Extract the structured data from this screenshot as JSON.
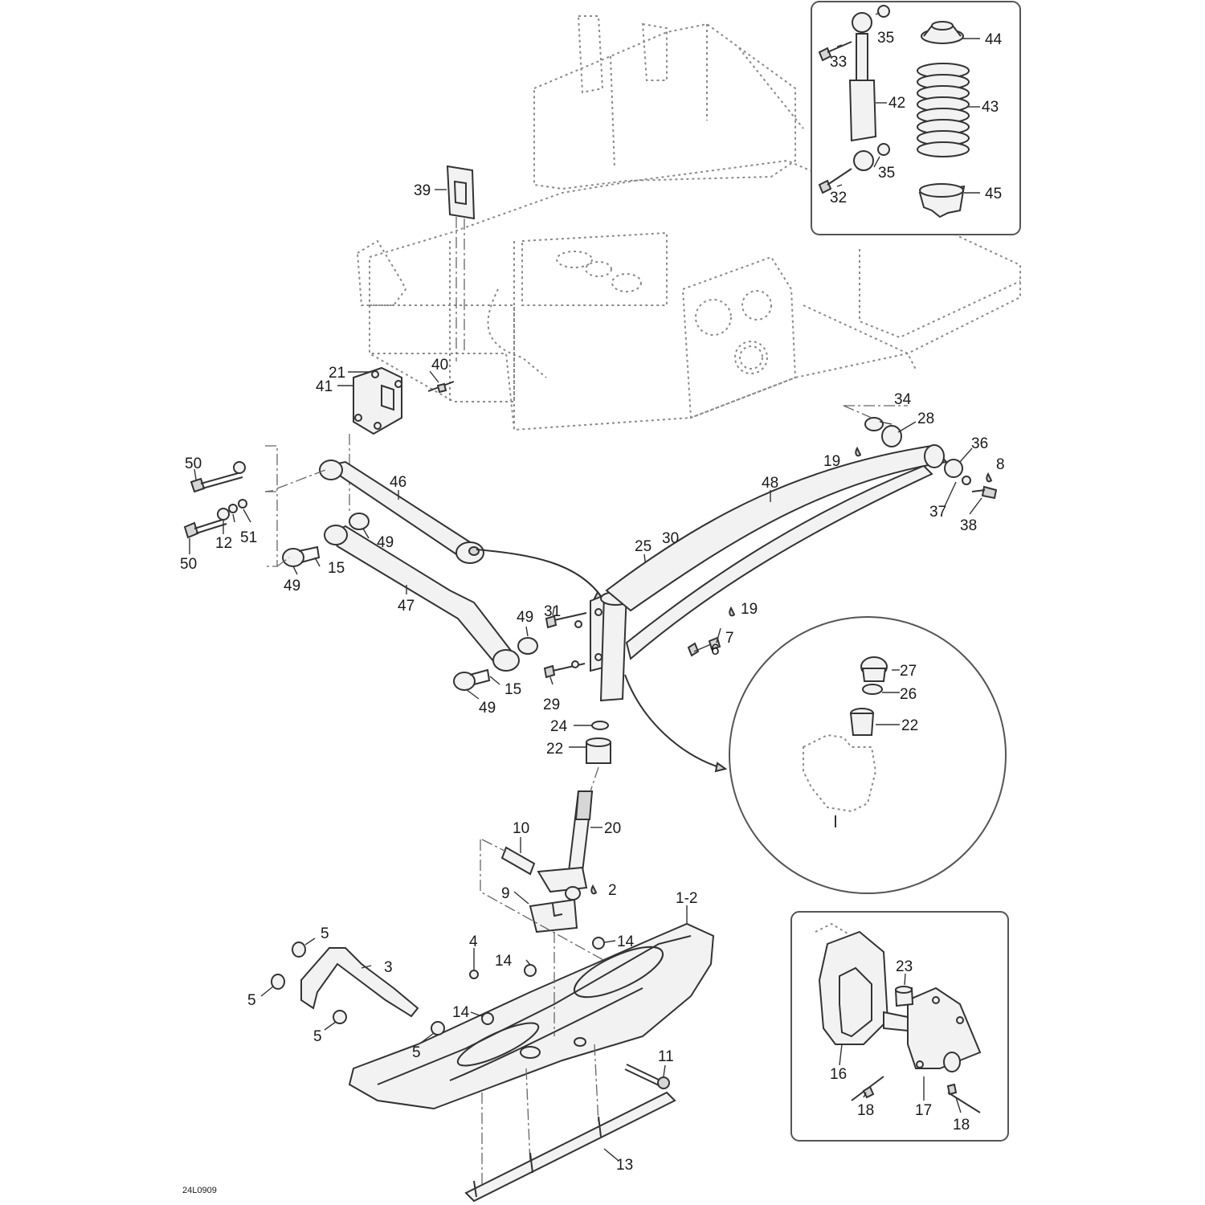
{
  "diagram": {
    "code": "24L0909",
    "callouts": {
      "c1_2": "1-2",
      "c2": "2",
      "c3": "3",
      "c4": "4",
      "c5a": "5",
      "c5b": "5",
      "c5c": "5",
      "c5d": "5",
      "c6": "6",
      "c7": "7",
      "c8": "8",
      "c9": "9",
      "c10": "10",
      "c11": "11",
      "c12": "12",
      "c13": "13",
      "c14a": "14",
      "c14b": "14",
      "c14c": "14",
      "c15a": "15",
      "c15b": "15",
      "c16": "16",
      "c17": "17",
      "c18a": "18",
      "c18b": "18",
      "c19a": "19",
      "c19b": "19",
      "c20": "20",
      "c21": "21",
      "c22a": "22",
      "c22b": "22",
      "c23": "23",
      "c24": "24",
      "c25": "25",
      "c26": "26",
      "c27": "27",
      "c28": "28",
      "c29": "29",
      "c30": "30",
      "c31": "31",
      "c32": "32",
      "c33": "33",
      "c34": "34",
      "c35a": "35",
      "c35b": "35",
      "c36": "36",
      "c37": "37",
      "c38": "38",
      "c39": "39",
      "c40": "40",
      "c41": "41",
      "c42": "42",
      "c43": "43",
      "c44": "44",
      "c45": "45",
      "c46": "46",
      "c47": "47",
      "c48": "48",
      "c49a": "49",
      "c49b": "49",
      "c49c": "49",
      "c49d": "49",
      "c50a": "50",
      "c50b": "50",
      "c51": "51"
    }
  }
}
